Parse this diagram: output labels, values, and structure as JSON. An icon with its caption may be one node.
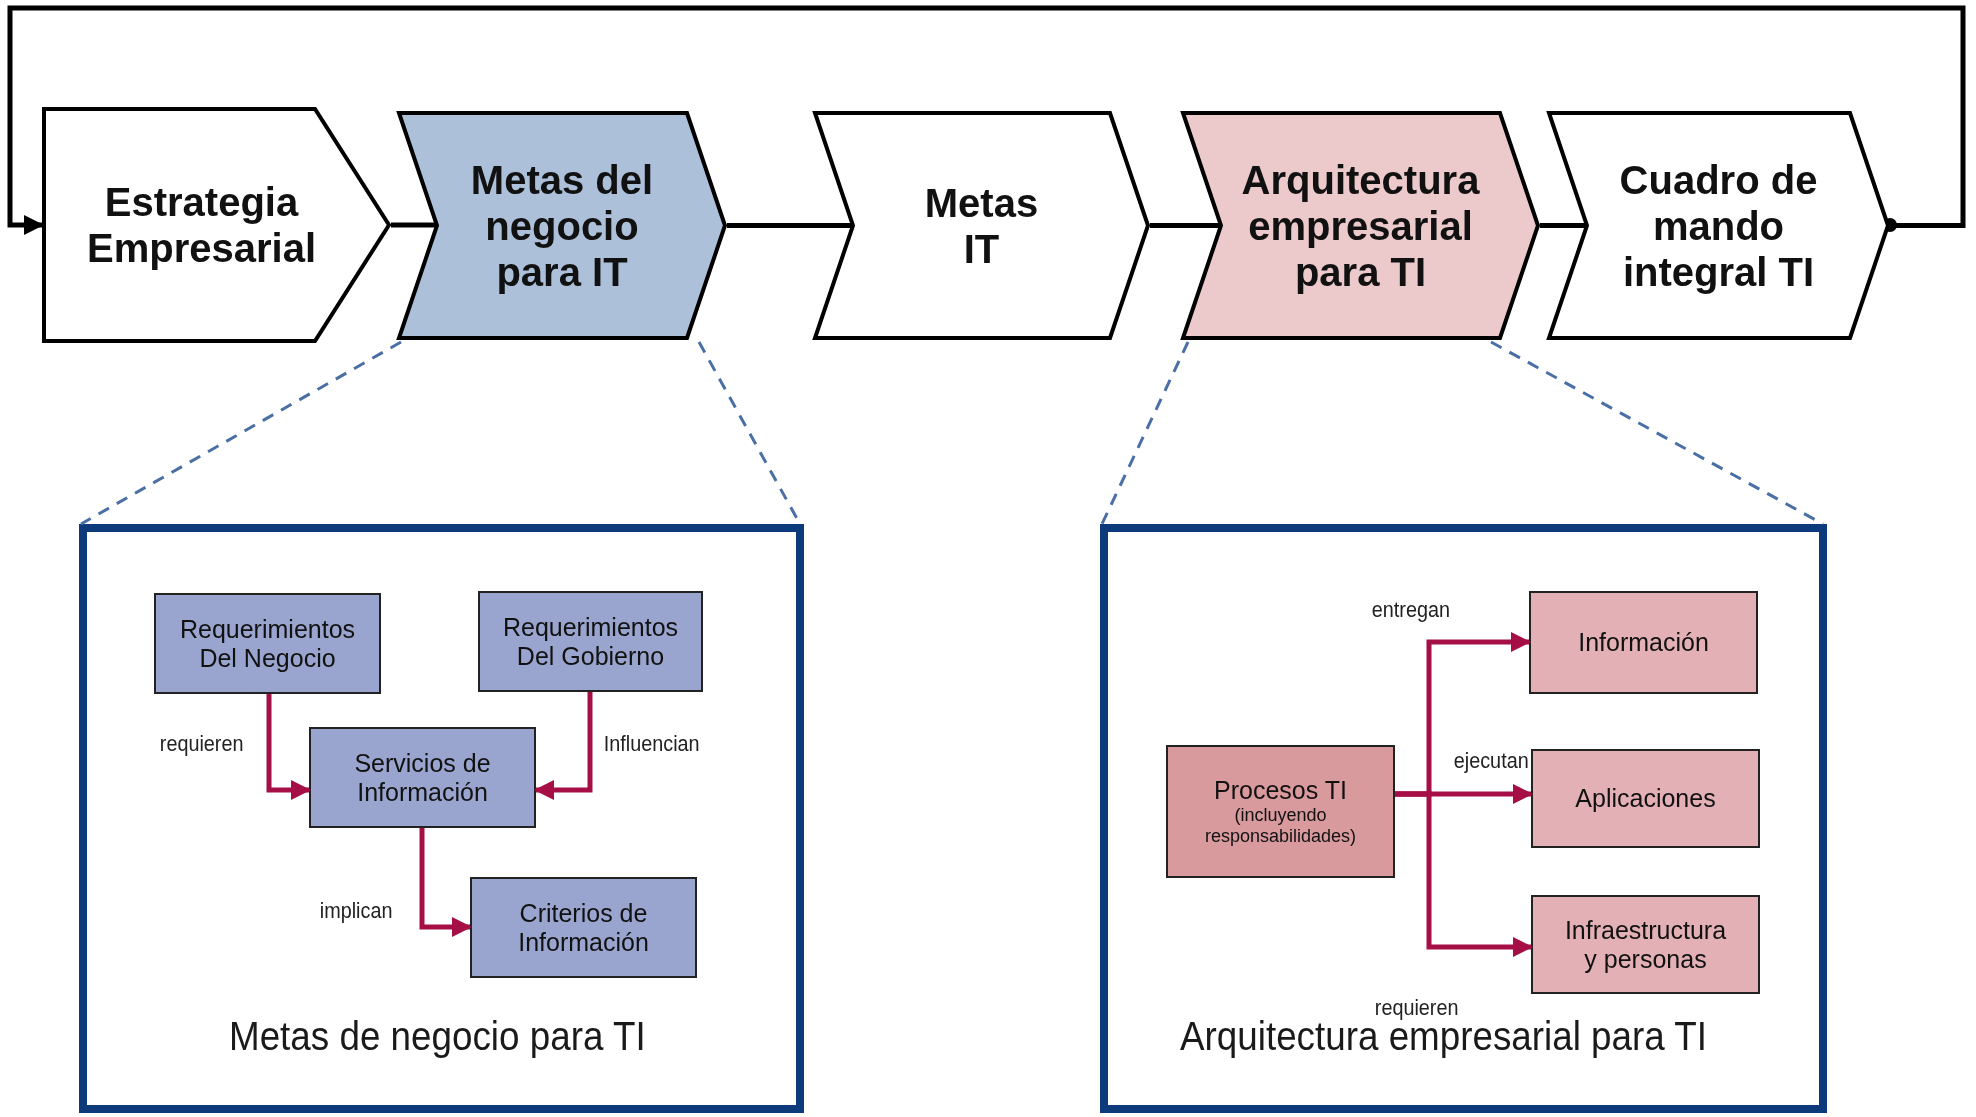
{
  "diagram": {
    "nodes": [
      {
        "text": [
          "Estrategia Empresarial"
        ]
      },
      {
        "text": [
          "Metas del negocio para IT"
        ]
      },
      {
        "text": [
          "Metas IT"
        ]
      },
      {
        "text": [
          "Arquitectura empresarial para TI"
        ]
      },
      {
        "text": [
          "Cuadro de mando integral TI"
        ]
      },
      {
        "text": [
          "Metas de negocio para TI"
        ]
      },
      {
        "text": [
          "Requerimientos Del Negocio"
        ],
        "in": 5
      },
      {
        "text": [
          "Requerimientos Del Gobierno"
        ],
        "in": 5
      },
      {
        "text": [
          "Servicios de Información"
        ],
        "in": 5
      },
      {
        "text": [
          "Criterios de Información"
        ],
        "in": 5
      },
      {
        "text": [
          "Arquitectura empresarial para TI"
        ]
      },
      {
        "text": [
          "Procesos TI",
          "(incluyendo responsabilidades)"
        ],
        "in": 10
      },
      {
        "text": [
          "Información"
        ],
        "in": 10
      },
      {
        "text": [
          "Aplicaciones"
        ],
        "in": 10
      },
      {
        "text": [
          "Infraestructura y personas"
        ],
        "in": 10
      }
    ],
    "edges": [
      {
        "from": 0,
        "to": 1,
        "arrow": "none",
        "color": "#000000"
      },
      {
        "from": 1,
        "to": 2,
        "arrow": "none",
        "color": "#000000"
      },
      {
        "from": 2,
        "to": 3,
        "arrow": "none",
        "color": "#000000"
      },
      {
        "from": 3,
        "to": 4,
        "arrow": "none",
        "color": "#000000"
      },
      {
        "from": 4,
        "to": 0,
        "arrow": "to",
        "color": "#000000"
      },
      {
        "from": 6,
        "to": 8,
        "arrow": "to",
        "label": "requieren"
      },
      {
        "from": 7,
        "to": 8,
        "arrow": "to",
        "label": "Influencian"
      },
      {
        "from": 8,
        "to": 9,
        "arrow": "to",
        "label": "implican"
      },
      {
        "from": 11,
        "to": 12,
        "arrow": "to",
        "label": "entregan"
      },
      {
        "from": 11,
        "to": 13,
        "arrow": "to",
        "label": "ejecutan"
      },
      {
        "from": 11,
        "to": 14,
        "arrow": "to",
        "label": "requieren"
      },
      {
        "from": 1,
        "to": 5,
        "arrow": "none",
        "style": "dashed",
        "color": "#4a6fa5"
      },
      {
        "from": 1,
        "to": 5,
        "arrow": "none",
        "style": "dashed",
        "color": "#4a6fa5"
      },
      {
        "from": 3,
        "to": 10,
        "arrow": "none",
        "style": "dashed",
        "color": "#4a6fa5"
      },
      {
        "from": 3,
        "to": 10,
        "arrow": "none",
        "style": "dashed",
        "color": "#4a6fa5"
      }
    ]
  }
}
